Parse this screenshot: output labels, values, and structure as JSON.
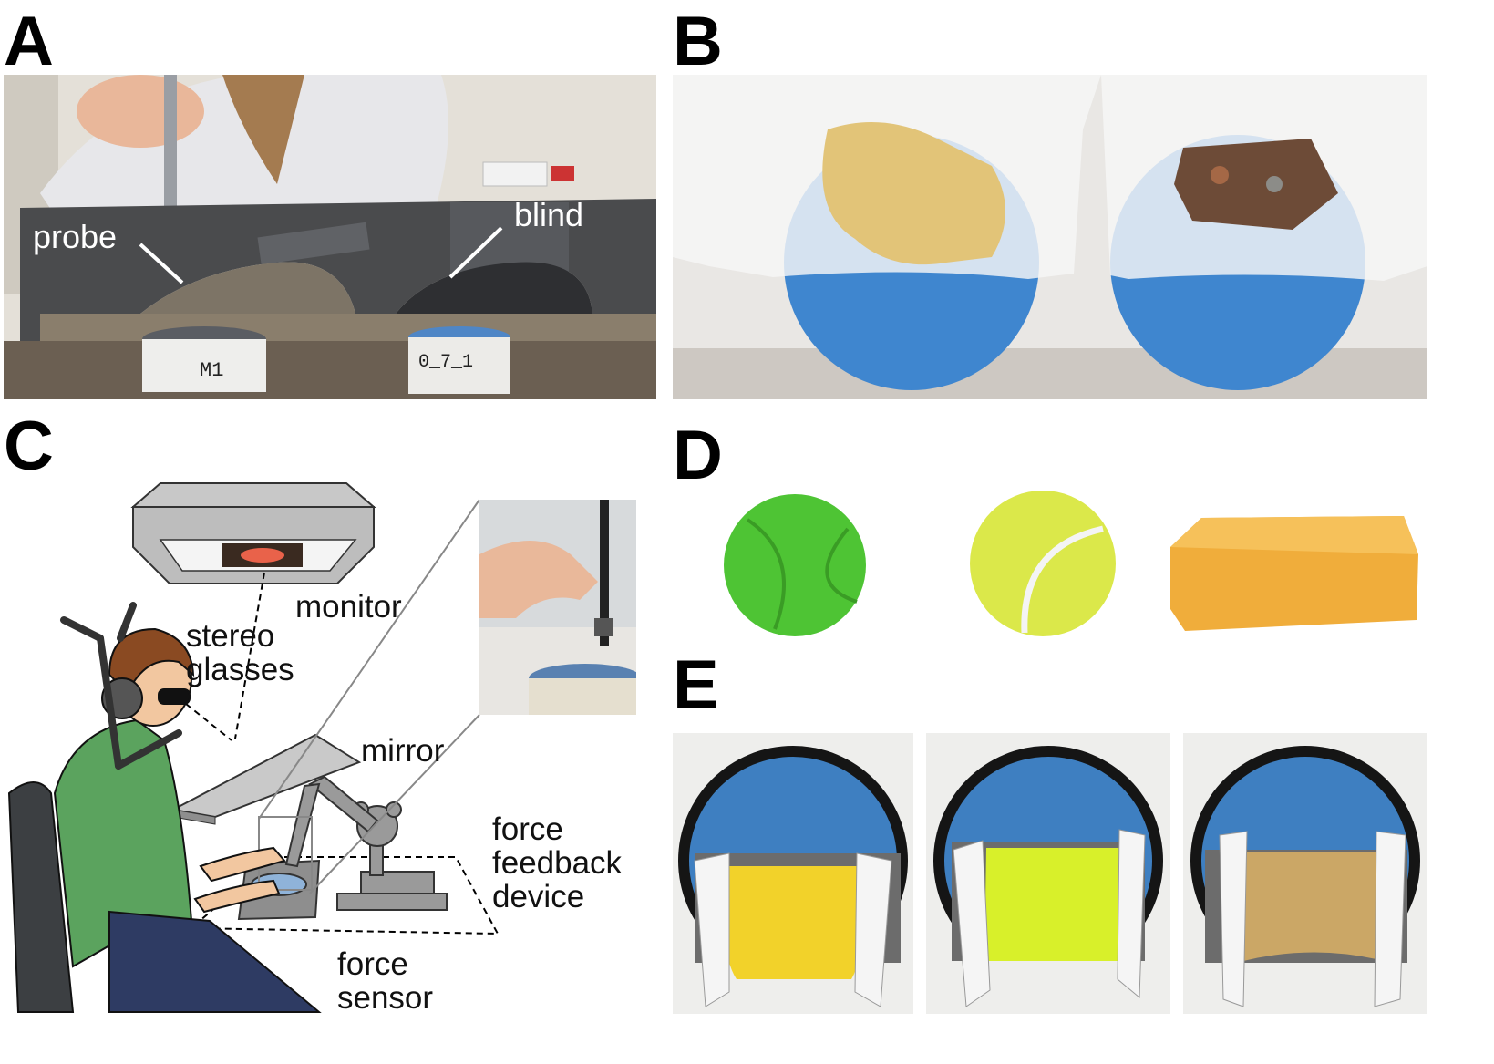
{
  "panels": {
    "a": {
      "letter": "A",
      "labels": {
        "probe": "probe",
        "blind": "blind"
      },
      "writing": {
        "left": "M1",
        "right": "0_7_1"
      }
    },
    "b": {
      "letter": "B"
    },
    "c": {
      "letter": "C",
      "labels": {
        "monitor": "monitor",
        "stereo_glasses": "stereo\nglasses",
        "mirror": "mirror",
        "force_feedback_device": "force\nfeedback\ndevice",
        "force_sensor": "force\nsensor"
      }
    },
    "d": {
      "letter": "D"
    },
    "e": {
      "letter": "E"
    }
  },
  "colors": {
    "blue_stimulus": "#3e7fc1",
    "green_ball": "#4ec434",
    "tennis_ball": "#dbe84a",
    "sponge": "#f0ad3b",
    "shirt": "#5ba35e"
  }
}
